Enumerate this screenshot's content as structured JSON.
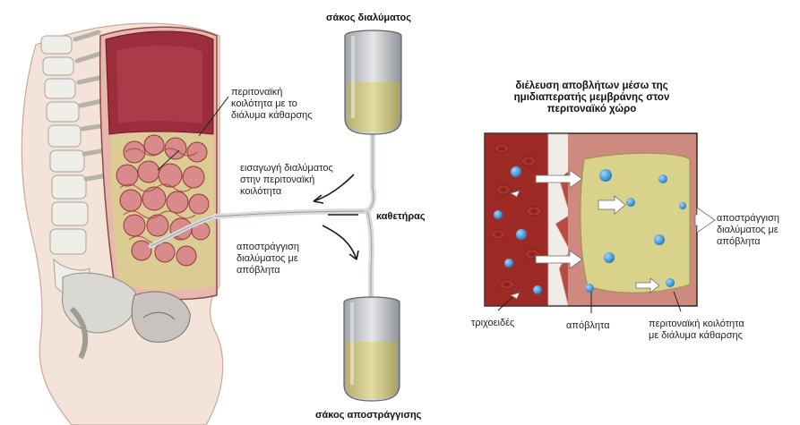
{
  "labels": {
    "solution_bag": "σάκος διαλύματος",
    "drain_bag": "σάκος αποστράγγισης",
    "catheter": "καθετήρας",
    "peritoneal_cavity": "περιτοναϊκή\nκοιλότητα με το\nδιάλυμα κάθαρσης",
    "solution_inflow": "εισαγωγή διαλύματος\nστην περιτοναϊκή\nκοιλότητα",
    "drainage_left": "αποστράγγιση\nδιαλύματος με\nαπόβλητα",
    "inset_title": "διέλευση αποβλήτων μέσω της\nημιδιαπερατής μεμβράνης στον\nπεριτοναϊκό χώρο",
    "drainage_right": "αποστράγγιση\nδιαλύματος με\nαπόβλητα",
    "capillaries": "τριχοειδές",
    "waste": "απόβλητα",
    "cavity_with_solution": "περιτοναϊκή κοιλότητα\nμε διάλυμα κάθαρσης"
  },
  "colors": {
    "solution": "#d8d28a",
    "blood": "#9e2a26",
    "tissue": "#cf8a80",
    "waste_particle": "#3a9ad8",
    "bag_body": "#c9cbcd"
  }
}
